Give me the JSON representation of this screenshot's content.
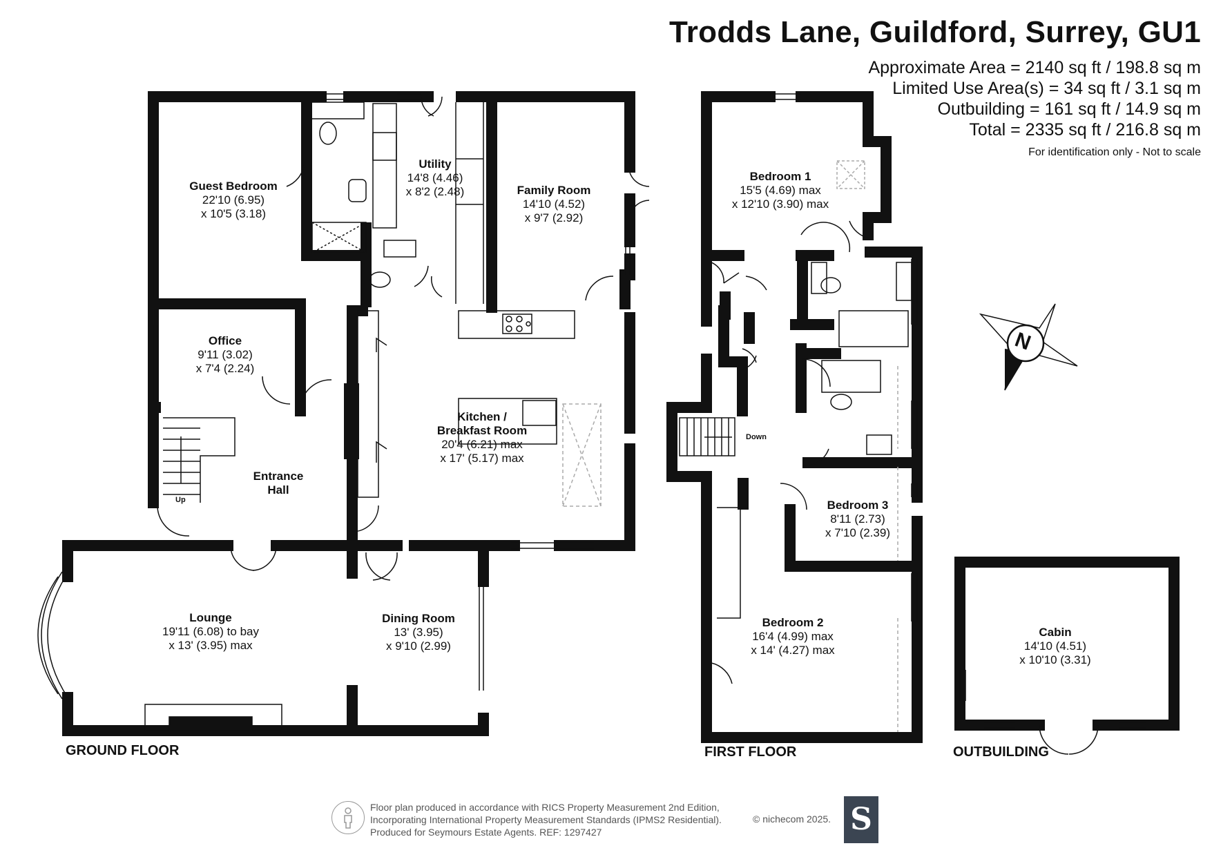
{
  "header": {
    "title": "Trodds Lane, Guildford, Surrey, GU1",
    "areas": [
      "Approximate Area = 2140 sq ft / 198.8 sq m",
      "Limited Use Area(s) = 34 sq ft / 3.1 sq m",
      "Outbuilding = 161 sq ft / 14.9 sq m",
      "Total = 2335 sq ft / 216.8 sq m"
    ],
    "note": "For identification only - Not to scale"
  },
  "floors": {
    "ground": "GROUND FLOOR",
    "first": "FIRST FLOOR",
    "outbuilding": "OUTBUILDING"
  },
  "rooms": {
    "guest_bedroom": {
      "name": "Guest Bedroom",
      "l1": "22'10 (6.95)",
      "l2": "x 10'5 (3.18)"
    },
    "utility": {
      "name": "Utility",
      "l1": "14'8 (4.46)",
      "l2": "x 8'2 (2.48)"
    },
    "family_room": {
      "name": "Family Room",
      "l1": "14'10 (4.52)",
      "l2": "x 9'7 (2.92)"
    },
    "office": {
      "name": "Office",
      "l1": "9'11 (3.02)",
      "l2": "x 7'4 (2.24)"
    },
    "kitchen": {
      "name1": "Kitchen /",
      "name2": "Breakfast Room",
      "l1": "20'4 (6.21) max",
      "l2": "x 17' (5.17) max"
    },
    "entrance_hall": {
      "name1": "Entrance",
      "name2": "Hall"
    },
    "lounge": {
      "name": "Lounge",
      "l1": "19'11 (6.08) to bay",
      "l2": "x 13' (3.95) max"
    },
    "dining_room": {
      "name": "Dining Room",
      "l1": "13' (3.95)",
      "l2": "x 9'10 (2.99)"
    },
    "bedroom1": {
      "name": "Bedroom 1",
      "l1": "15'5 (4.69) max",
      "l2": "x 12'10 (3.90) max"
    },
    "bedroom3": {
      "name": "Bedroom 3",
      "l1": "8'11 (2.73)",
      "l2": "x 7'10 (2.39)"
    },
    "bedroom2": {
      "name": "Bedroom 2",
      "l1": "16'4 (4.99) max",
      "l2": "x 14' (4.27) max"
    },
    "cabin": {
      "name": "Cabin",
      "l1": "14'10 (4.51)",
      "l2": "x 10'10 (3.31)"
    }
  },
  "stairs": {
    "up": "Up",
    "down": "Down"
  },
  "compass": {
    "letter": "N"
  },
  "footer": {
    "line1": "Floor plan produced in accordance with RICS Property Measurement 2nd Edition,",
    "line2": "Incorporating International Property Measurement Standards (IPMS2 Residential).",
    "line3": "Produced for Seymours Estate Agents.   REF: 1297427",
    "copyright": "© nichecom 2025.",
    "logo_letter": "S"
  },
  "colors": {
    "wall": "#111111",
    "dashed": "#aaaaaa",
    "logo_bg": "#3b4552"
  }
}
